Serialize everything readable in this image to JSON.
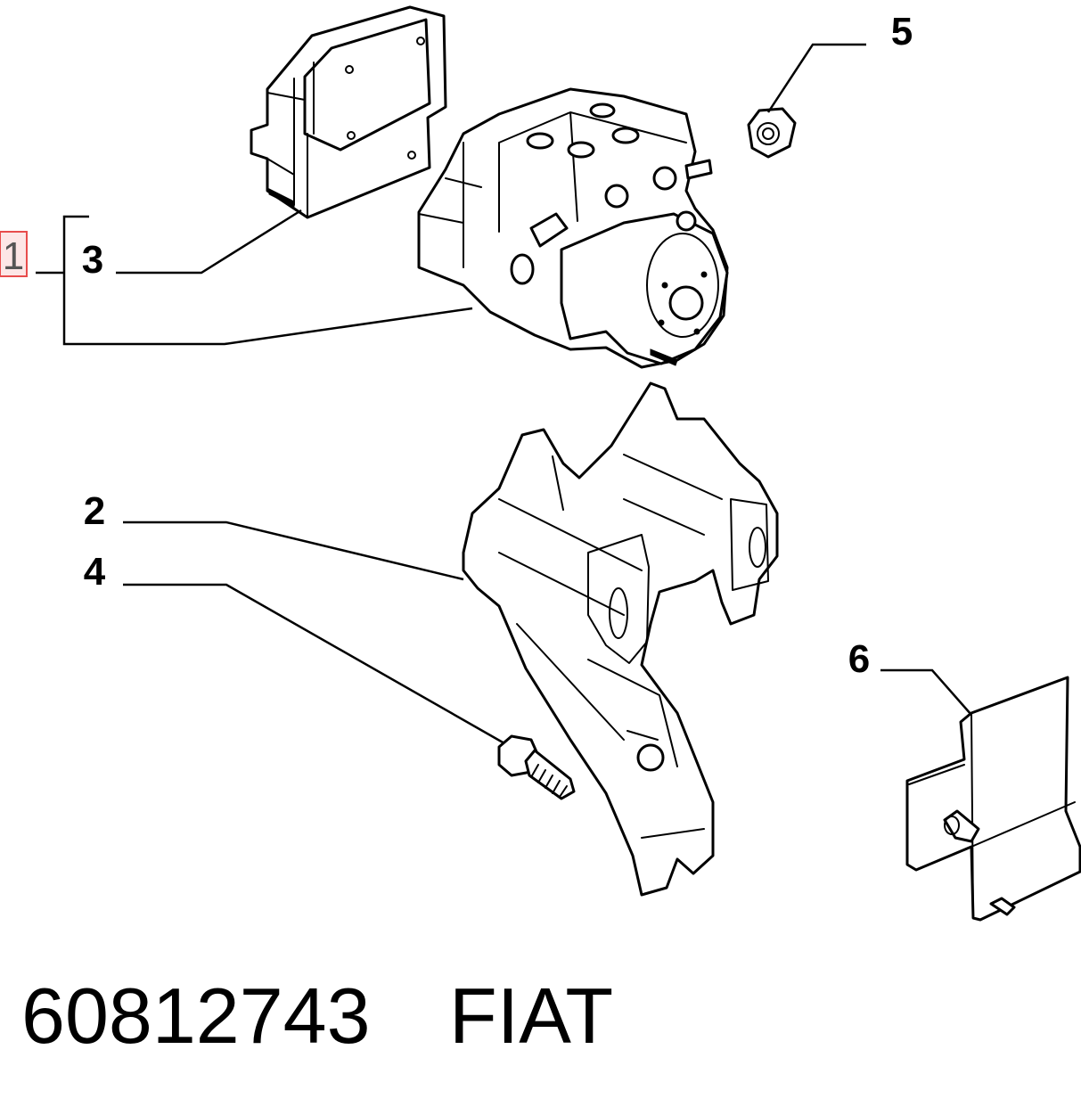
{
  "callouts": {
    "c1": "1",
    "c2": "2",
    "c3": "3",
    "c4": "4",
    "c5": "5",
    "c6": "6"
  },
  "footer": {
    "part_number": "60812743",
    "brand": "FIAT"
  },
  "highlight_color": "#e84c4c"
}
